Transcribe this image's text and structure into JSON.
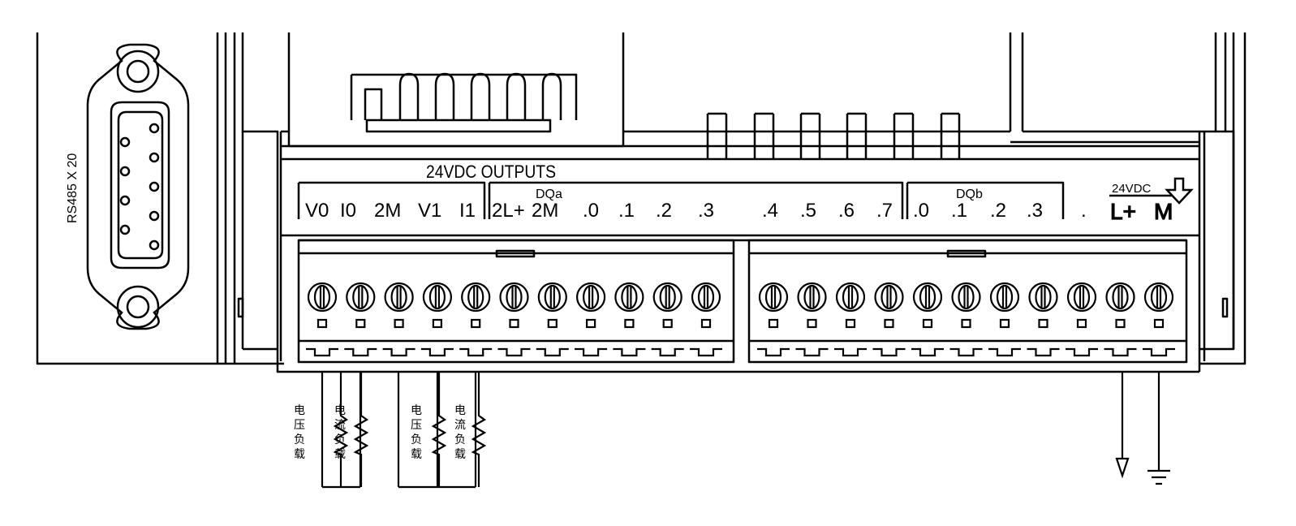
{
  "port_label": "RS485 X 20",
  "outputs_title": "24VDC OUTPUTS",
  "dqa_title": "DQa",
  "dqb_title": "DQb",
  "supply_label": "24VDC",
  "analog_terminals": [
    "V0",
    "I0",
    "2M",
    "V1",
    "I1"
  ],
  "dqa_terminals": [
    "2L+",
    "2M",
    ".0",
    ".1",
    ".2",
    ".3",
    ".4",
    ".5",
    ".6",
    ".7"
  ],
  "dqb_terminals": [
    ".0",
    ".1",
    ".2",
    ".3",
    "."
  ],
  "power_terminals": [
    "L+",
    "M"
  ],
  "loads": [
    {
      "label": "电压负载"
    },
    {
      "label": "电流负载"
    },
    {
      "label": "电压负载"
    },
    {
      "label": "电流负载"
    }
  ]
}
